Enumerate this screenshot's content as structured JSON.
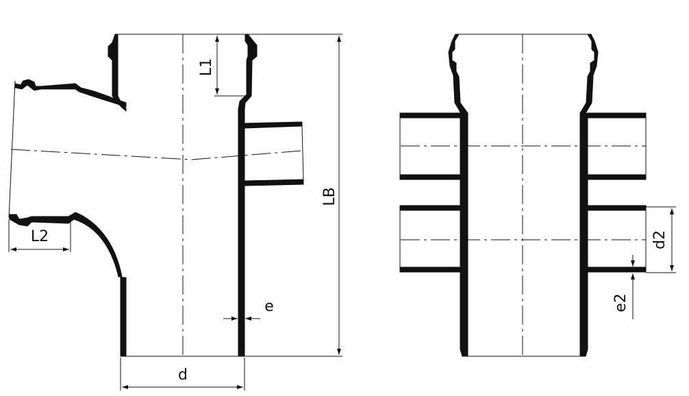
{
  "drawing": {
    "left_view": {
      "labels": {
        "L1": "L1",
        "L2": "L2",
        "LB": "LB",
        "e": "e",
        "d": "d"
      }
    },
    "right_view": {
      "labels": {
        "d2": "d2",
        "e2": "e2"
      }
    },
    "line_color": "#111111",
    "background": "#ffffff"
  }
}
